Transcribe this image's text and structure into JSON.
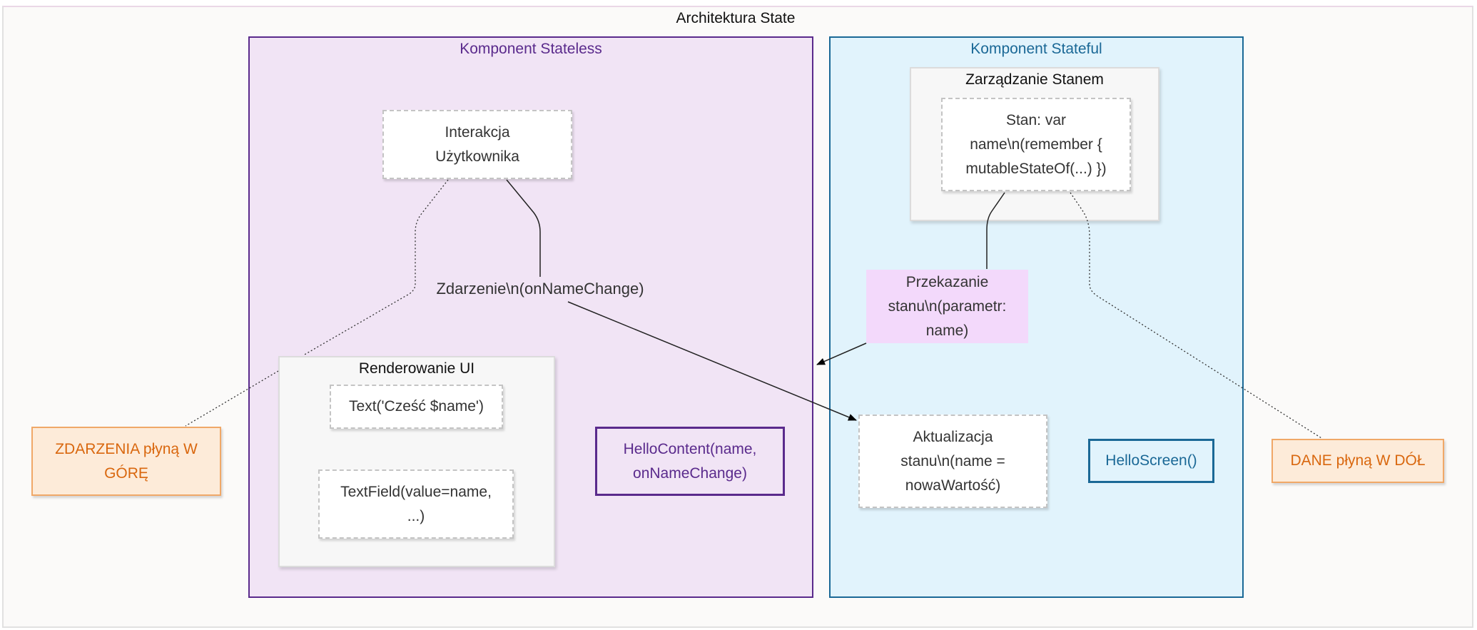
{
  "diagram": {
    "title": "Architektura State",
    "stateless": {
      "title": "Komponent Stateless",
      "ui_group_title": "Renderowanie UI",
      "text_node": "Text('Cześć $name')",
      "textfield_lines": [
        "TextField(value=name,",
        "...)"
      ],
      "user_interaction_lines": [
        "Interakcja",
        "Użytkownika"
      ],
      "event_label": "Zdarzenie\\n(onNameChange)",
      "component_lines": [
        "HelloContent(name,",
        "onNameChange)"
      ]
    },
    "stateful": {
      "title": "Komponent Stateful",
      "state_group_title": "Zarządzanie Stanem",
      "state_lines": [
        "Stan: var",
        "name\\n(remember {",
        "mutableStateOf(...) })"
      ],
      "pass_state_lines": [
        "Przekazanie",
        "stanu\\n(parametr:",
        "name)"
      ],
      "update_state_lines": [
        "Aktualizacja",
        "stanu\\n(name =",
        "nowaWartość)"
      ],
      "component": "HelloScreen()"
    },
    "events_up_lines": [
      "ZDARZENIA płyną W",
      "GÓRĘ"
    ],
    "data_down": "DANE płyną W DÓŁ"
  },
  "colors": {
    "stateless_fill": "#f1e4f5",
    "stateless_border": "#5a2a8c",
    "stateful_fill": "#e1f3fc",
    "stateful_border": "#1a6896",
    "pass_state_fill": "#f3d9fb",
    "orange_text": "#d9670e",
    "orange_fill": "#fdebd9",
    "orange_border": "#f0a868"
  }
}
